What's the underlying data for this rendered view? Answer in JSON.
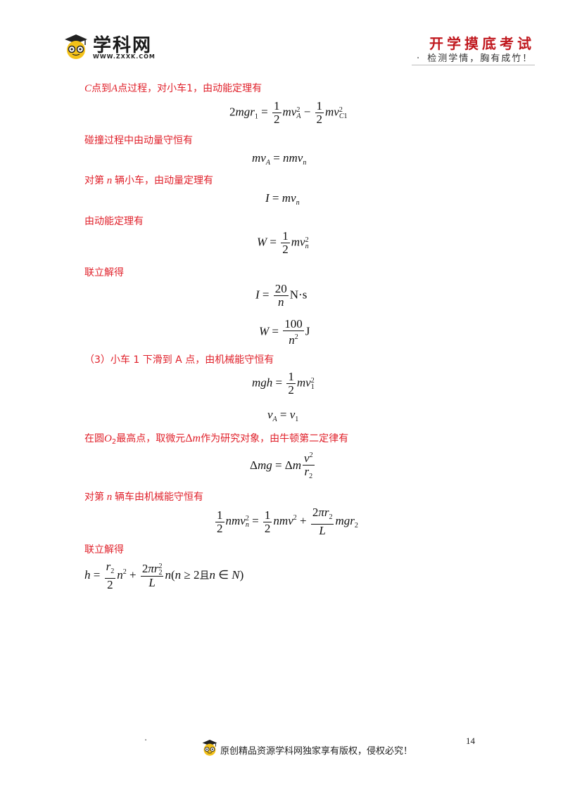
{
  "header": {
    "logo_text": "学科网",
    "logo_url": "WWW.ZXXK.COM",
    "right_title": "开学摸底考试",
    "right_subtitle": "检测学情，胸有成竹！",
    "right_dot": "·"
  },
  "lines": {
    "l1": "点到",
    "l1b": "点过程，对小车1，由动能定理有",
    "l2": "碰撞过程中由动量守恒有",
    "l3a": "对第",
    "l3b": "辆小车，由动量定理有",
    "l4": "由动能定理有",
    "l5": "联立解得",
    "l6": "（3）小车 1 下滑到 A 点，由机械能守恒有",
    "l7a": "在圆",
    "l7b": "最高点，取微元",
    "l7c": "作为研究对象，由牛顿第二定律有",
    "l8a": "对第",
    "l8b": "辆车由机械能守恒有",
    "l9": "联立解得",
    "range_text": "且"
  },
  "footer": {
    "text": "原创精品资源学科网独家享有版权，侵权必究！",
    "page_number": "14",
    "dot": "·"
  },
  "colors": {
    "accent_red": "#e0202a",
    "title_red": "#c0181e"
  }
}
